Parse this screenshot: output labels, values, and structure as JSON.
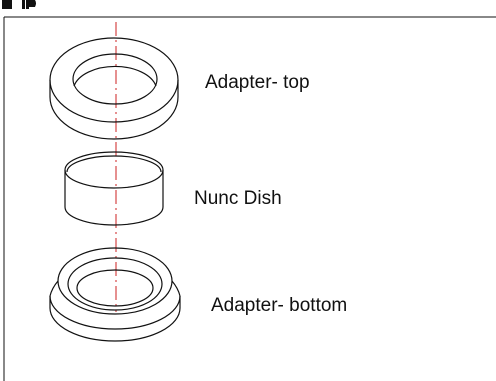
{
  "labels": {
    "adapter_top": "Adapter- top",
    "nunc_dish": "Nunc Dish",
    "adapter_bottom": "Adapter- bottom"
  },
  "colors": {
    "line": "#111111",
    "axis": "#cc2222"
  }
}
